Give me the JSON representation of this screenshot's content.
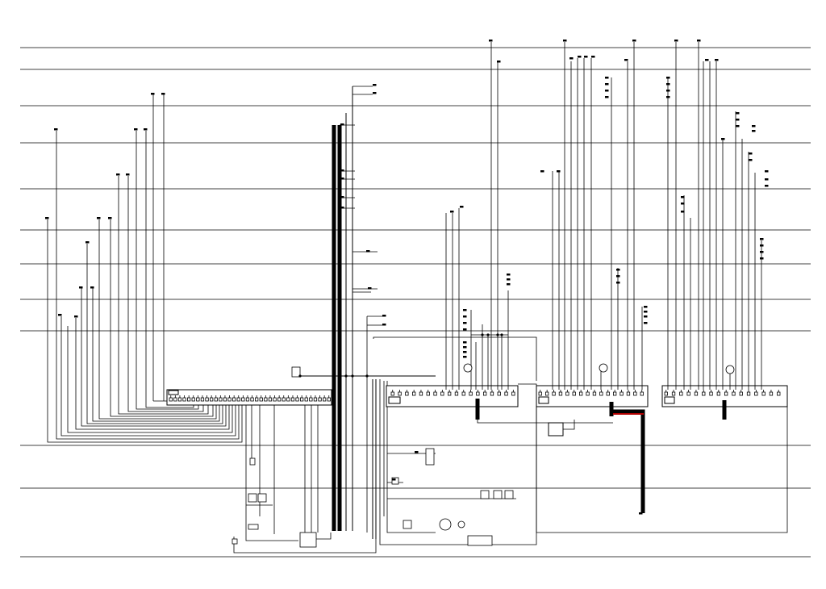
{
  "drawing": {
    "background": "#ffffff",
    "line_color": "#000000",
    "highlight_color": "#b00000"
  },
  "levels": [
    {
      "label": ""
    },
    {
      "label": ""
    },
    {
      "label": ""
    },
    {
      "label": ""
    },
    {
      "label": ""
    },
    {
      "label": ""
    },
    {
      "label": ""
    },
    {
      "label": ""
    },
    {
      "label": ""
    },
    {
      "label": ""
    },
    {
      "label": ""
    },
    {
      "label": ""
    }
  ],
  "panels": [
    {
      "id": "main-distribution-board",
      "breakers": 36
    },
    {
      "id": "sub-panel-a",
      "breakers": 18
    },
    {
      "id": "sub-panel-b",
      "breakers": 16
    },
    {
      "id": "sub-panel-c",
      "breakers": 16
    }
  ]
}
